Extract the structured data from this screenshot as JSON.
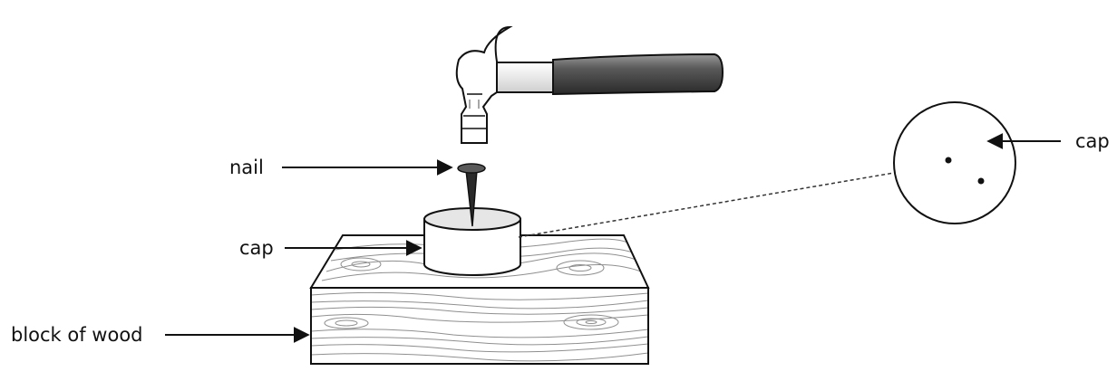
{
  "labels": {
    "nail": "nail",
    "cap": "cap",
    "block": "block of wood",
    "cap_magnified": "cap"
  }
}
